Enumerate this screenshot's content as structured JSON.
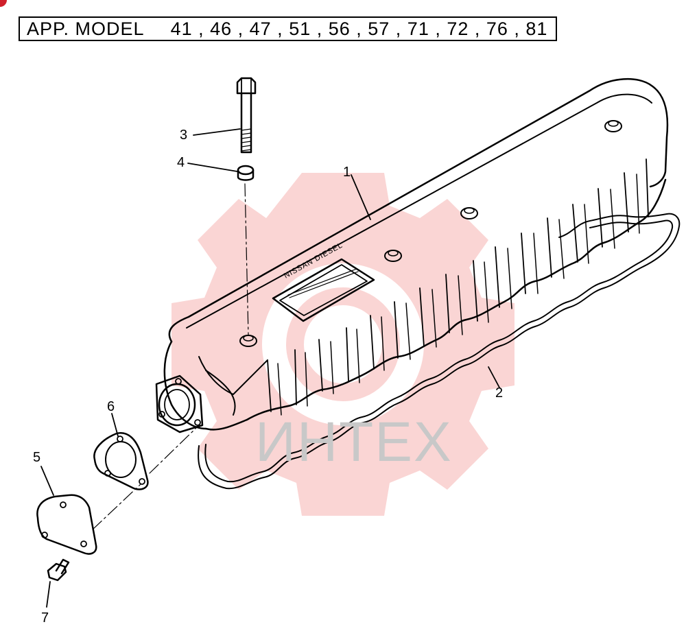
{
  "header": {
    "label": "APP. MODEL",
    "models": "41 , 46 , 47 , 51 , 56 , 57 , 71 , 72 , 76 , 81"
  },
  "watermark": {
    "text": "ИНТЕХ",
    "color": "#e8403a"
  },
  "nameplate": {
    "text": "NISSAN DIESEL"
  },
  "callouts": [
    "1",
    "2",
    "3",
    "4",
    "5",
    "6",
    "7"
  ],
  "colors": {
    "line": "#000000",
    "badge": "#d0202c"
  }
}
